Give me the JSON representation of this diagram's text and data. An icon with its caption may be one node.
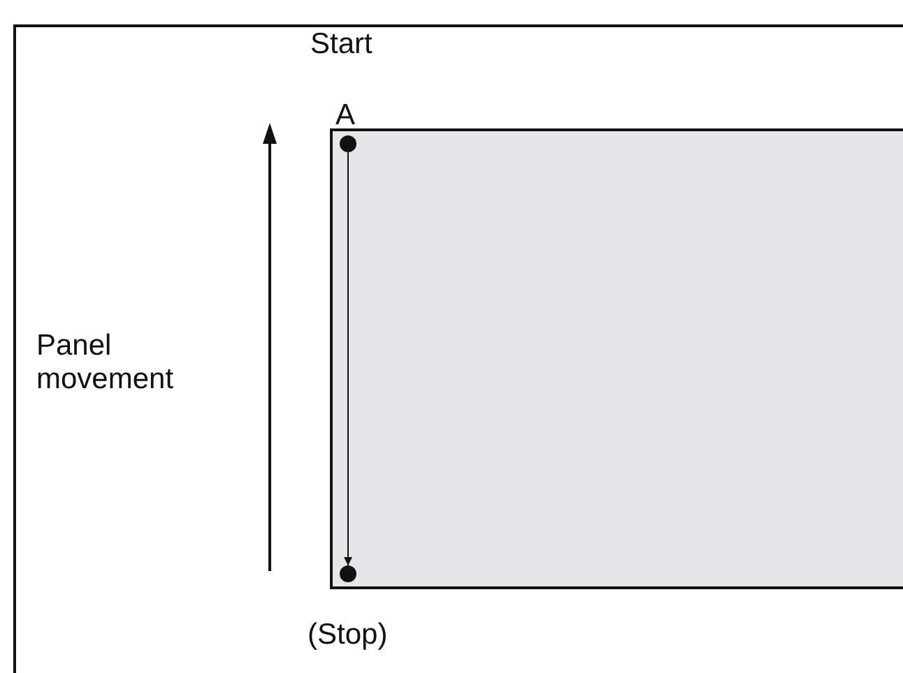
{
  "diagram": {
    "nodes": [
      {
        "text": [],
        "shape": "box"
      },
      {
        "text": [],
        "shape": "circle",
        "in": 0,
        "beside": [
          "A"
        ]
      },
      {
        "text": [],
        "shape": "circle",
        "in": 0
      }
    ],
    "edges": [
      {
        "from": 1,
        "to": 2,
        "arrow": "to"
      }
    ],
    "labels": [
      "Start",
      "Panel movement",
      "(Stop)"
    ]
  }
}
